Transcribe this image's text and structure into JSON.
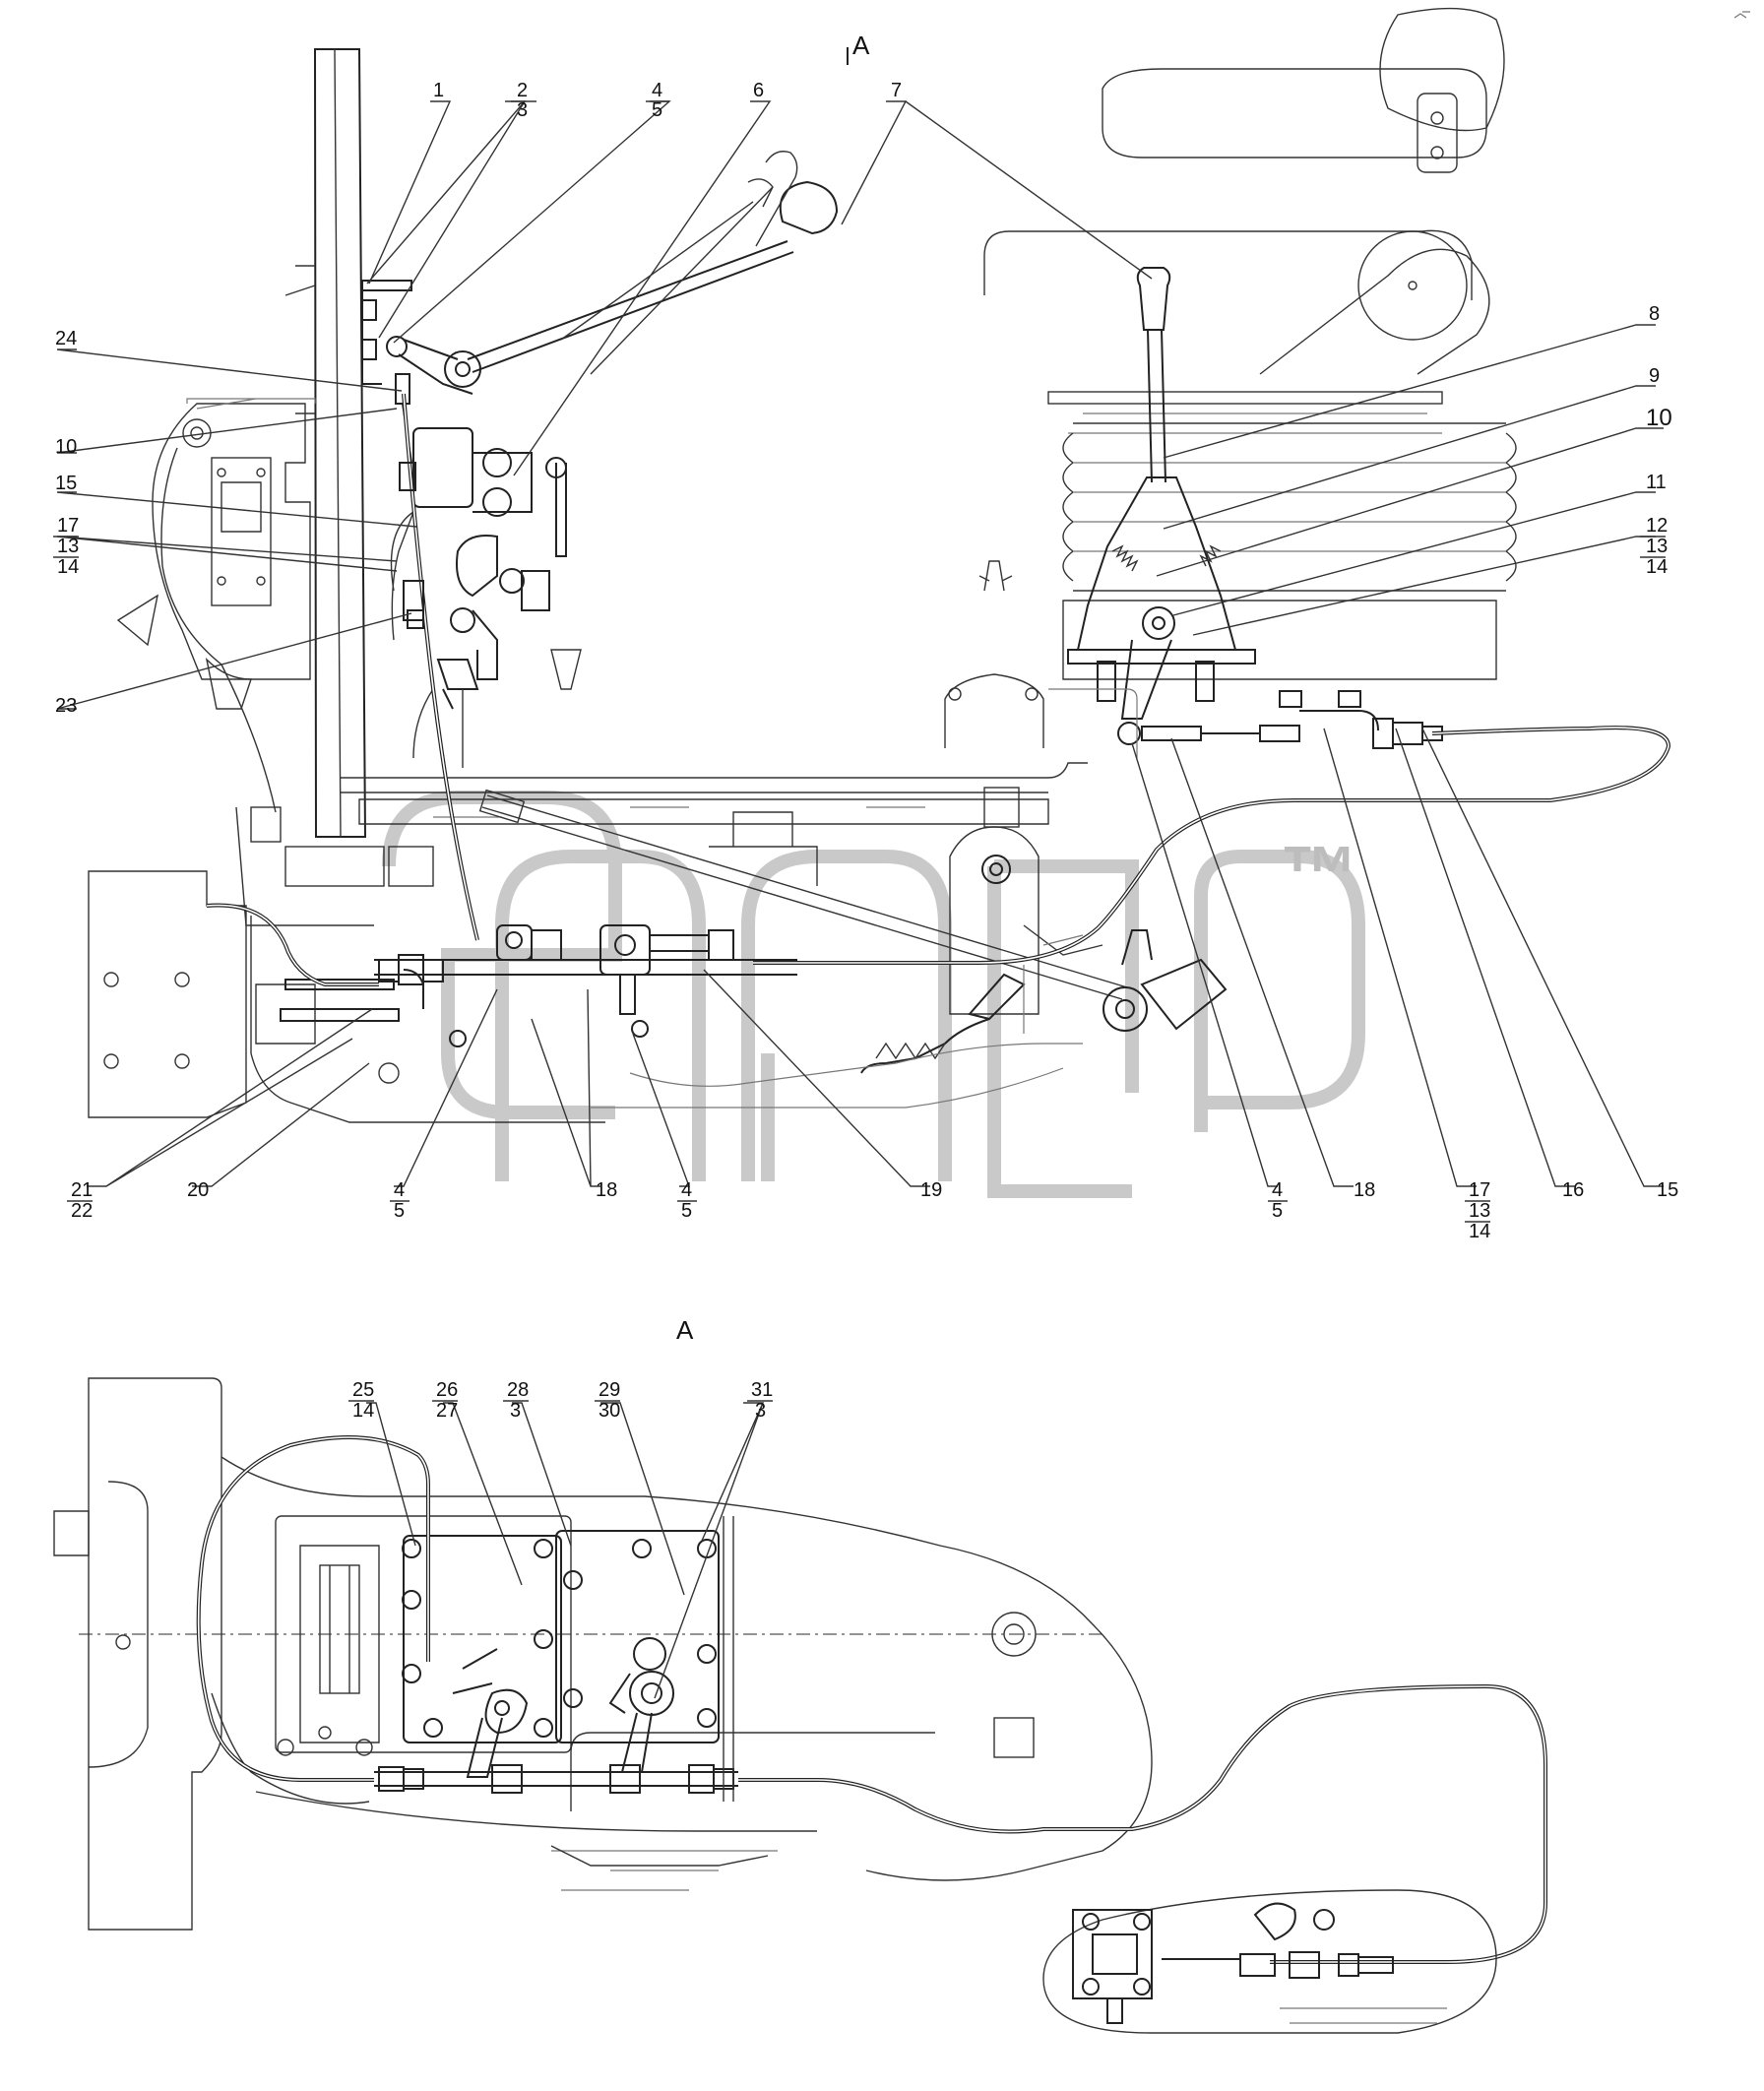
{
  "view_labels": {
    "section_mark": "A",
    "view_a": "A"
  },
  "watermark": {
    "trademark": "™"
  },
  "callouts_main": {
    "c1": "1",
    "c2": "2",
    "c3": "3",
    "c4": "4",
    "c5": "5",
    "c6": "6",
    "c7": "7",
    "c8": "8",
    "c9": "9",
    "c10r": "10",
    "c11": "11",
    "c12": "12",
    "c13r": "13",
    "c14r": "14",
    "c24": "24",
    "c10l": "10",
    "c15l": "15",
    "c17l": "17",
    "c13l": "13",
    "c14l": "14",
    "c23": "23",
    "b21": "21",
    "b22": "22",
    "b20": "20",
    "b4a": "4",
    "b5a": "5",
    "b18a": "18",
    "b4b": "4",
    "b5b": "5",
    "b19": "19",
    "b4c": "4",
    "b5c": "5",
    "b18b": "18",
    "b17": "17",
    "b13": "13",
    "b14": "14",
    "b16": "16",
    "b15": "15"
  },
  "callouts_view_a": {
    "a25": "25",
    "a14": "14",
    "a26": "26",
    "a27": "27",
    "a28": "28",
    "a3a": "3",
    "a29": "29",
    "a30": "30",
    "a31": "31",
    "a3b": "3"
  }
}
